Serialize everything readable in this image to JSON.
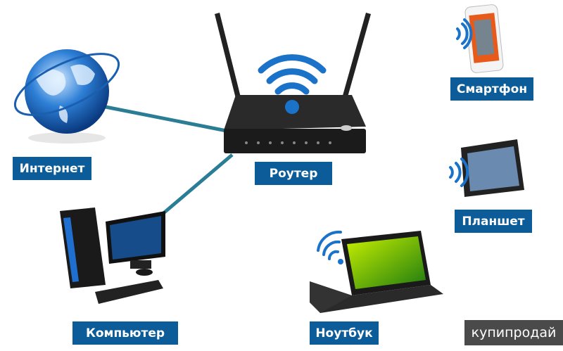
{
  "labels": {
    "internet": "Интернет",
    "router": "Роутер",
    "smartphone": "Смартфон",
    "tablet": "Планшет",
    "computer": "Компьютер",
    "laptop": "Ноутбук"
  },
  "watermark": "купипродай",
  "colors": {
    "label_bg": "#0b5c98",
    "link": "#2a7d95",
    "wifi": "#1a73c8"
  }
}
